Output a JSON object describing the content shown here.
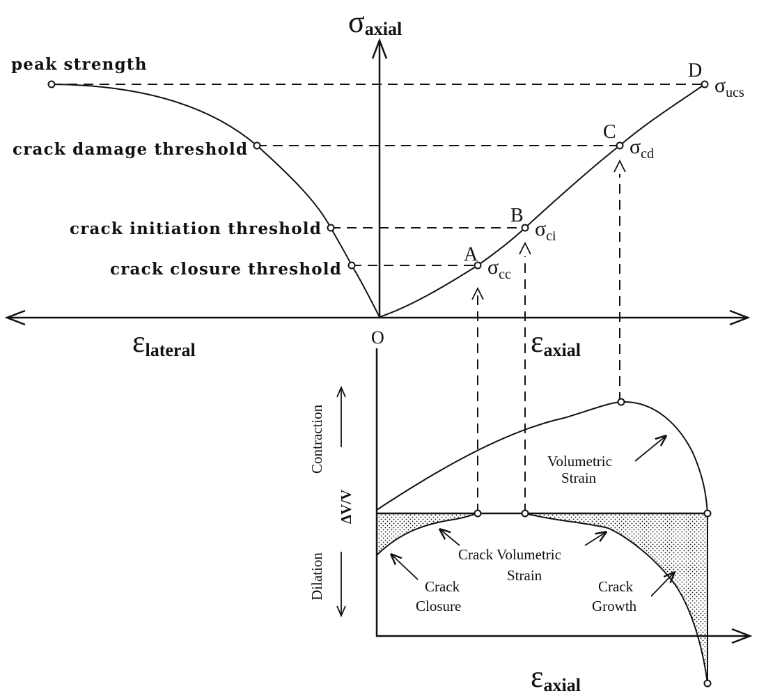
{
  "upper": {
    "y_axis_symbol": "σ",
    "y_axis_sub": "axial",
    "x_left_symbol": "ε",
    "x_left_sub": "lateral",
    "x_right_symbol": "ε",
    "x_right_sub": "axial",
    "origin_label": "O",
    "thresholds": {
      "peak": "peak strength",
      "damage": "crack damage threshold",
      "initiation": "crack initiation threshold",
      "closure": "crack closure threshold"
    },
    "points": [
      {
        "letter": "A",
        "sigma": "σ",
        "sub": "cc"
      },
      {
        "letter": "B",
        "sigma": "σ",
        "sub": "ci"
      },
      {
        "letter": "C",
        "sigma": "σ",
        "sub": "cd"
      },
      {
        "letter": "D",
        "sigma": "σ",
        "sub": "ucs"
      }
    ]
  },
  "lower": {
    "y_label": "ΔV/V",
    "contraction": "Contraction",
    "dilation": "Dilation",
    "x_symbol": "ε",
    "x_sub": "axial",
    "volumetric_strain": [
      "Volumetric",
      "Strain"
    ],
    "crack_volumetric_strain": [
      "Crack Volumetric",
      "Strain"
    ],
    "crack_closure": [
      "Crack",
      "Closure"
    ],
    "crack_growth": [
      "Crack",
      "Growth"
    ]
  },
  "colors": {
    "ink": "#111111",
    "background": "#ffffff"
  }
}
